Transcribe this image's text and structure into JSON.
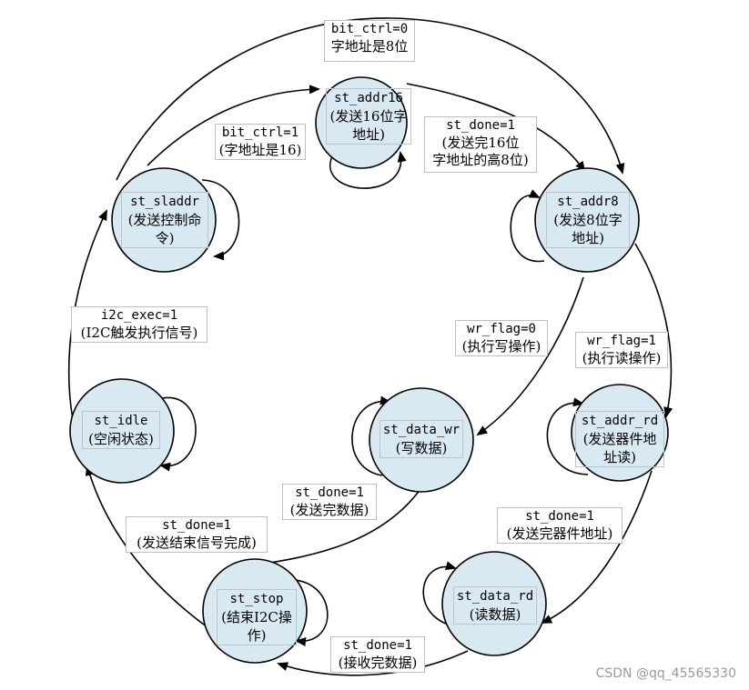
{
  "states": {
    "st_addr16": {
      "name": "st_addr16",
      "line1": "(发送16位字",
      "line2": "地址)"
    },
    "st_sladdr": {
      "name": "st_sladdr",
      "line1": "(发送控制命",
      "line2": "令)"
    },
    "st_addr8": {
      "name": "st_addr8",
      "line1": "(发送8位字",
      "line2": "地址)"
    },
    "st_idle": {
      "name": "st_idle",
      "line1": "(空闲状态)"
    },
    "st_data_wr": {
      "name": "st_data_wr",
      "line1": "(写数据)"
    },
    "st_addr_rd": {
      "name": "st_addr_rd",
      "line1": "(发送器件地",
      "line2": "址读)"
    },
    "st_stop": {
      "name": "st_stop",
      "line1": "(结束I2C操",
      "line2": "作)"
    },
    "st_data_rd": {
      "name": "st_data_rd",
      "line1": "(读数据)"
    }
  },
  "transitions": {
    "t_bitctrl0": {
      "cond": "bit_ctrl=0",
      "desc": "字地址是8位"
    },
    "t_bitctrl1": {
      "cond": "bit_ctrl=1",
      "desc": "(字地址是16)"
    },
    "t_stdone_addr16": {
      "cond": "st_done=1",
      "desc1": "(发送完16位",
      "desc2": "字地址的高8位)"
    },
    "t_i2cexec": {
      "cond": "i2c_exec=1",
      "desc": "(I2C触发执行信号)"
    },
    "t_wrflag0": {
      "cond": "wr_flag=0",
      "desc": "(执行写操作)"
    },
    "t_wrflag1": {
      "cond": "wr_flag=1",
      "desc": "(执行读操作)"
    },
    "t_stdone_wr": {
      "cond": "st_done=1",
      "desc": "(发送完数据)"
    },
    "t_stdone_stop": {
      "cond": "st_done=1",
      "desc": "(发送结束信号完成)"
    },
    "t_stdone_addrrd": {
      "cond": "st_done=1",
      "desc": "(发送完器件地址)"
    },
    "t_stdone_rd": {
      "cond": "st_done=1",
      "desc": "(接收完数据)"
    }
  },
  "watermark": "CSDN @qq_45565330"
}
